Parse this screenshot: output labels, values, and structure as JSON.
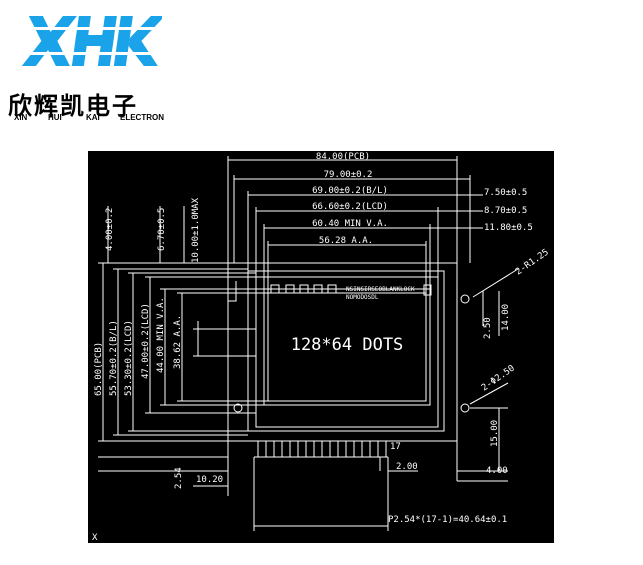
{
  "brand": {
    "logo_text": "XHK",
    "name_cn": "欣辉凯电子",
    "name_en": [
      "XIN",
      "HUI",
      "KAI",
      "ELECTRON"
    ],
    "logo_color": "#1aa3e8"
  },
  "drawing": {
    "background": "#000000",
    "line_color": "#ffffff",
    "horizontal_dims": {
      "pcb_width": "84.00(PCB)",
      "dim_79": "79.00±0.2",
      "bl_width": "69.00±0.2(B/L)",
      "lcd_width": "66.60±0.2(LCD)",
      "va_width": "60.40 MIN V.A.",
      "aa_width": "56.28 A.A.",
      "right_7_50": "7.50±0.5",
      "right_8_70": "8.70±0.5",
      "right_11_80": "11.80±0.5",
      "pin_2_00": "2.00",
      "edge_4_00": "4.00",
      "left_10_20": "10.20",
      "pin_pitch": "P2.54*(17-1)=40.64±0.1"
    },
    "vertical_dims": {
      "top_4_00": "4.00±0.2",
      "top_6_70": "6.70±0.5",
      "top_10_00": "10.00±1.0MAX",
      "pcb_height": "65.00(PCB)",
      "bl_height": "55.70±0.2(B/L)",
      "lcd_height": "53.30±0.2(LCD)",
      "lcd_47": "47.00±0.2(LCD)",
      "va_height": "44.00 MIN V.A.",
      "aa_height": "38.62 A.A.",
      "pin_2_54": "2.54",
      "right_2_50": "2.50",
      "right_14_00": "14.00",
      "right_15_00": "15.00"
    },
    "callouts": {
      "corner_radius": "2-R1.25",
      "hole_dia": "2-Φ2.50",
      "pin_count": "17",
      "left_x": "X"
    },
    "screen": {
      "resolution_text": "128*64 DOTS",
      "status_text_top": "NSINSIRSEOBLANKLOCK",
      "status_text_bottom": "NOMODOSDL"
    }
  }
}
